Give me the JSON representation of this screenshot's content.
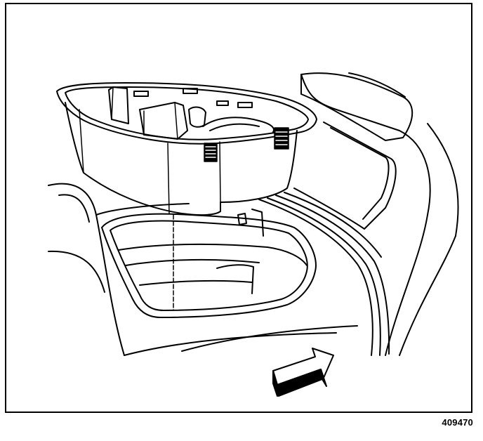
{
  "figure": {
    "number": "409470"
  },
  "colors": {
    "ink": "#000000",
    "paper": "#ffffff"
  },
  "parts": {
    "tray": "storage-tray",
    "console": "console-bin",
    "arrow": "front-of-vehicle-arrow"
  }
}
